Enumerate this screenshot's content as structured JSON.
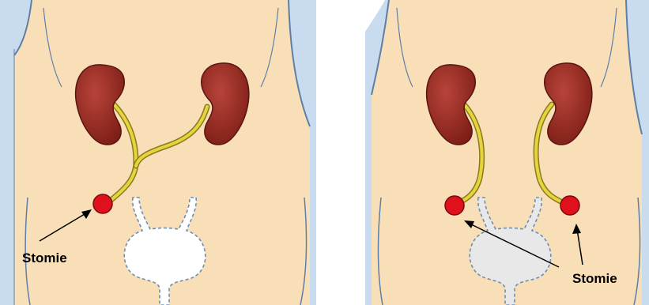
{
  "diagrams": [
    {
      "id": "single-stoma",
      "label": "Stomie",
      "colors": {
        "skin": "#f9dfb7",
        "background": "#c9dcef",
        "outline": "#5b7fa8",
        "kidney": "#9b2a20",
        "ureter": "#e6d43c",
        "stoma": "#e0101c",
        "bladder": "#ffffff"
      }
    },
    {
      "id": "double-stoma",
      "label": "Stomie",
      "colors": {
        "skin": "#f9dfb7",
        "background": "#c9dcef",
        "outline": "#5b7fa8",
        "kidney": "#9b2a20",
        "ureter": "#e6d43c",
        "stoma": "#e0101c",
        "bladder": "#e8e8e8"
      }
    }
  ]
}
